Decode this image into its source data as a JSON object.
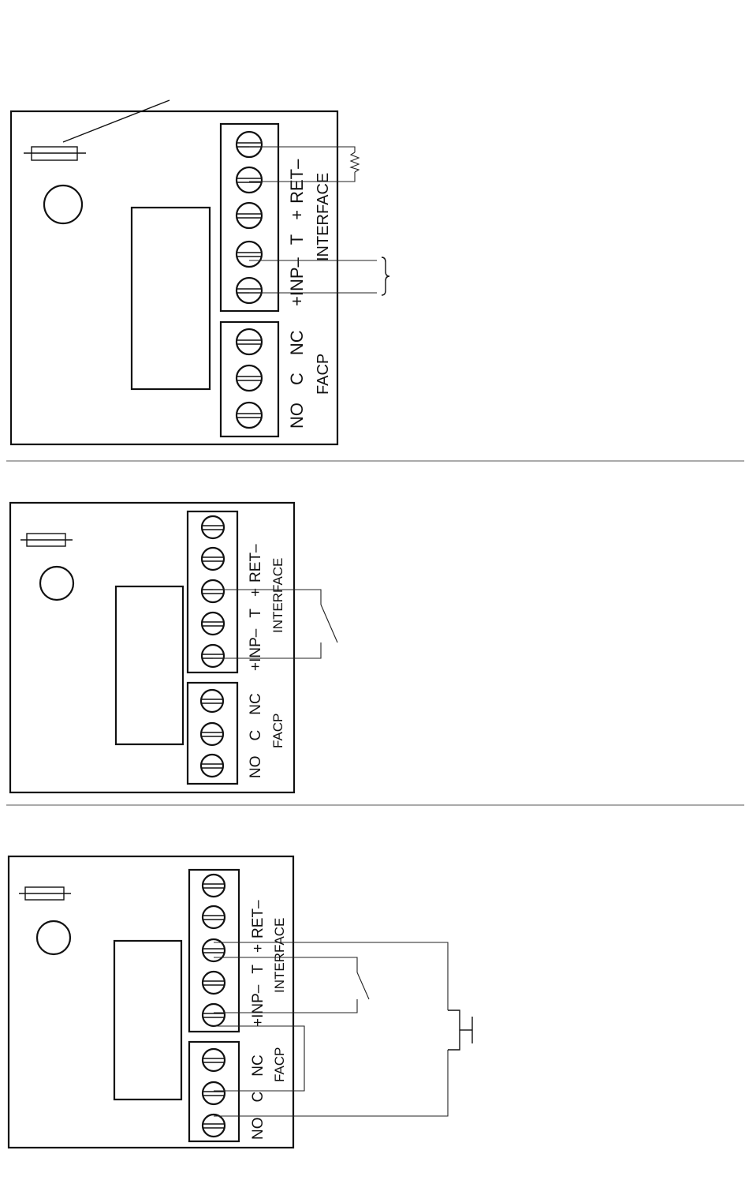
{
  "colors": {
    "line": "#111111",
    "separator": "#555555",
    "background": "#ffffff"
  },
  "diagram_1": {
    "facp_terminals": [
      "NO",
      "C",
      "NC"
    ],
    "facp_title": "FACP",
    "interface_terminal_labels": [
      "+INP–",
      "T",
      "+",
      "RET–"
    ],
    "interface_title": "INTERFACE",
    "components": [
      "resistor-icon",
      "relay-icon",
      "end-of-line-resistor-icon",
      "brace-icon"
    ]
  },
  "diagram_2": {
    "facp_terminals": [
      "NO",
      "C",
      "NC"
    ],
    "facp_title": "FACP",
    "interface_terminal_labels": [
      "+INP–",
      "T",
      "+",
      "RET–"
    ],
    "interface_title": "INTERFACE",
    "components": [
      "resistor-icon",
      "relay-icon",
      "switch-icon"
    ]
  },
  "diagram_3": {
    "facp_terminals": [
      "NO",
      "C",
      "NC"
    ],
    "facp_title": "FACP",
    "interface_terminal_labels": [
      "+INP–",
      "T",
      "+",
      "RET–"
    ],
    "interface_title": "INTERFACE",
    "components": [
      "resistor-icon",
      "relay-icon",
      "switch-icon",
      "pushbutton-icon"
    ]
  }
}
